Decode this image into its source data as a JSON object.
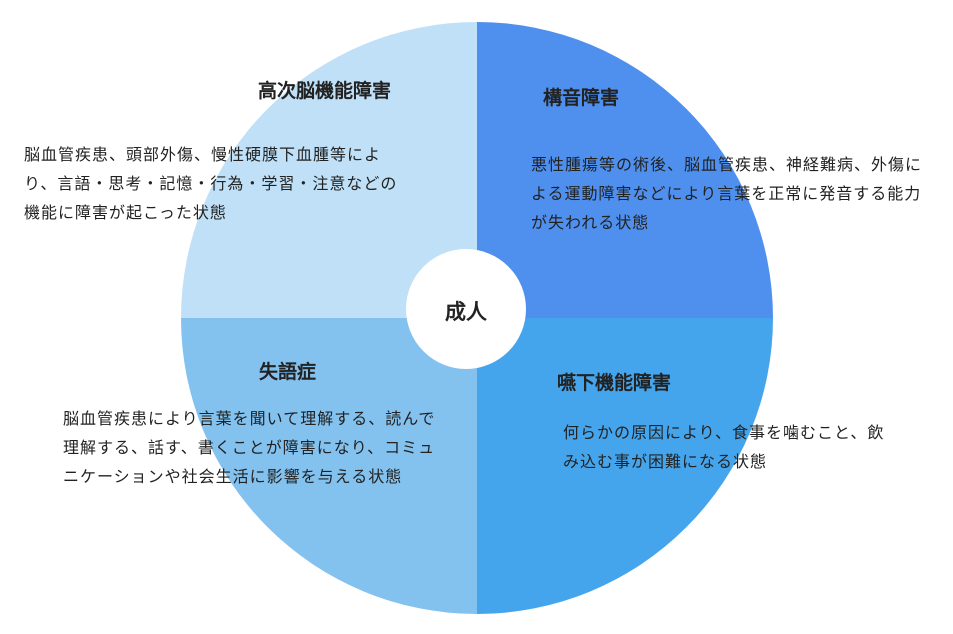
{
  "center": {
    "label": "成人"
  },
  "quadrants": [
    {
      "title": "高次脳機能障害",
      "description": "脳血管疾患、頭部外傷、慢性硬膜下血腫等により、言語・思考・記憶・行為・学習・注意などの機能に障害が起こった状態",
      "color": "#bfe0f7"
    },
    {
      "title": "構音障害",
      "description": "悪性腫瘍等の術後、脳血管疾患、神経難病、外傷による運動障害などにより言葉を正常に発音する能力が失われる状態",
      "color": "#4f90ee"
    },
    {
      "title": "失語症",
      "description": "脳血管疾患により言葉を聞いて理解する、読んで理解する、話す、書くことが障害になり、コミュニケーションや社会生活に影響を与える状態",
      "color": "#83c1ef"
    },
    {
      "title": "嚥下機能障害",
      "description": "何らかの原因により、食事を噛むこと、飲み込む事が困難になる状態",
      "color": "#45a5ec"
    }
  ]
}
